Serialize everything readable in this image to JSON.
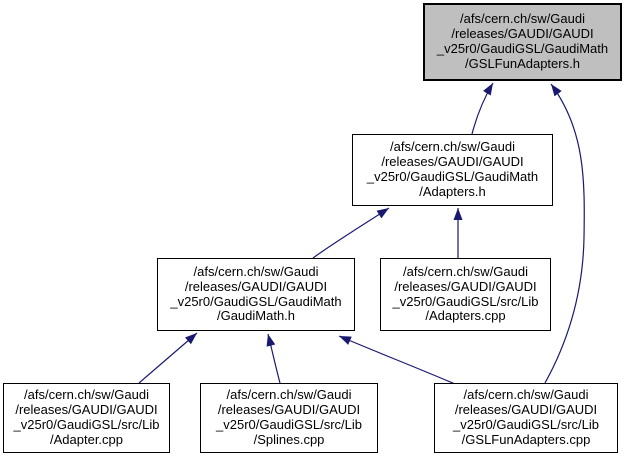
{
  "diagram": {
    "type": "include-dependency-graph",
    "background_color": "#ffffff",
    "node_fill_color": "#ffffff",
    "highlight_fill_color": "#bfbfbf",
    "node_border_color": "#000000",
    "edge_color": "#191970",
    "text_color": "#000000"
  },
  "nodes": {
    "gslfunadapters_h": {
      "label": "/afs/cern.ch/sw/Gaudi\n/releases/GAUDI/GAUDI\n_v25r0/GaudiGSL/GaudiMath\n/GSLFunAdapters.h",
      "highlighted": true
    },
    "adapters_h": {
      "label": "/afs/cern.ch/sw/Gaudi\n/releases/GAUDI/GAUDI\n_v25r0/GaudiGSL/GaudiMath\n/Adapters.h",
      "highlighted": false
    },
    "gaudimath_h": {
      "label": "/afs/cern.ch/sw/Gaudi\n/releases/GAUDI/GAUDI\n_v25r0/GaudiGSL/GaudiMath\n/GaudiMath.h",
      "highlighted": false
    },
    "adapters_cpp": {
      "label": "/afs/cern.ch/sw/Gaudi\n/releases/GAUDI/GAUDI\n_v25r0/GaudiGSL/src/Lib\n/Adapters.cpp",
      "highlighted": false
    },
    "adapter_cpp": {
      "label": "/afs/cern.ch/sw/Gaudi\n/releases/GAUDI/GAUDI\n_v25r0/GaudiGSL/src/Lib\n/Adapter.cpp",
      "highlighted": false
    },
    "splines_cpp": {
      "label": "/afs/cern.ch/sw/Gaudi\n/releases/GAUDI/GAUDI\n_v25r0/GaudiGSL/src/Lib\n/Splines.cpp",
      "highlighted": false
    },
    "gslfunadapters_cpp": {
      "label": "/afs/cern.ch/sw/Gaudi\n/releases/GAUDI/GAUDI\n_v25r0/GaudiGSL/src/Lib\n/GSLFunAdapters.cpp",
      "highlighted": false
    }
  },
  "edges": [
    {
      "from": "adapters_h",
      "to": "gslfunadapters_h"
    },
    {
      "from": "gslfunadapters_cpp",
      "to": "gslfunadapters_h"
    },
    {
      "from": "gaudimath_h",
      "to": "adapters_h"
    },
    {
      "from": "adapters_cpp",
      "to": "adapters_h"
    },
    {
      "from": "adapter_cpp",
      "to": "gaudimath_h"
    },
    {
      "from": "splines_cpp",
      "to": "gaudimath_h"
    },
    {
      "from": "gslfunadapters_cpp",
      "to": "gaudimath_h"
    }
  ]
}
